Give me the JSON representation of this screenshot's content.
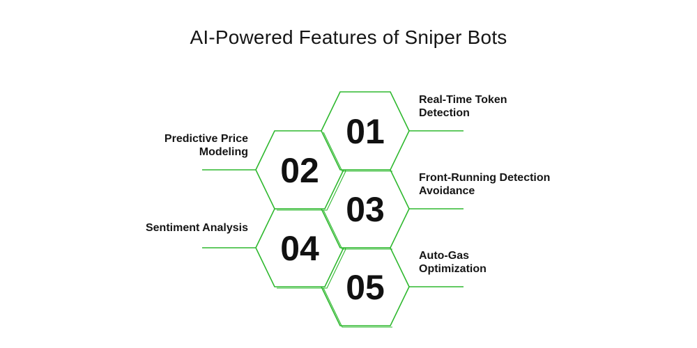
{
  "title": "AI-Powered Features of Sniper Bots",
  "colors": {
    "accent": "#2eb82e",
    "text": "#151515",
    "background": "#ffffff"
  },
  "features": [
    {
      "number": "01",
      "label_line1": "Real-Time Token",
      "label_line2": "Detection",
      "side": "right"
    },
    {
      "number": "02",
      "label_line1": "Predictive Price",
      "label_line2": "Modeling",
      "side": "left"
    },
    {
      "number": "03",
      "label_line1": "Front-Running Detection",
      "label_line2": "Avoidance",
      "side": "right"
    },
    {
      "number": "04",
      "label_line1": "Sentiment Analysis",
      "label_line2": "",
      "side": "left"
    },
    {
      "number": "05",
      "label_line1": "Auto-Gas",
      "label_line2": "Optimization",
      "side": "right"
    }
  ]
}
